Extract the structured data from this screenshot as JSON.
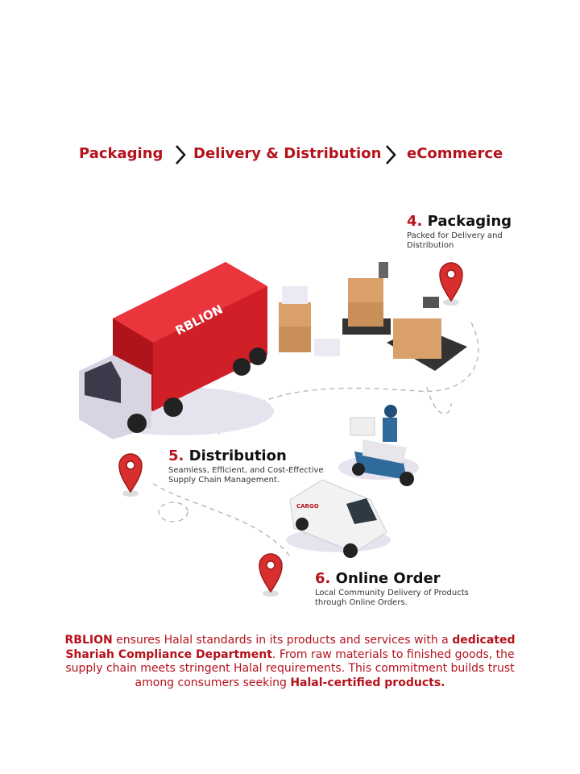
{
  "header": {
    "steps": [
      "Packaging",
      "Delivery & Distribution",
      "eCommerce"
    ]
  },
  "steps": [
    {
      "number": "4.",
      "title": "Packaging",
      "desc": "Packed for Delivery and Distribution"
    },
    {
      "number": "5.",
      "title": "Distribution",
      "desc": "Seamless, Efficient, and Cost-Effective Supply Chain Management."
    },
    {
      "number": "6.",
      "title": "Online Order",
      "desc": "Local Community Delivery of Products through Online Orders."
    }
  ],
  "illustration": {
    "truck_brand": "RBLION",
    "van_label": "CARGO"
  },
  "footer": {
    "brand": "RBLION",
    "p1": " ensures Halal standards in its products and services with a ",
    "b1": "dedicated Shariah Compliance Department",
    "p2": ". From raw materials to finished goods, the supply chain meets stringent Halal requirements. This commitment builds trust among consumers seeking ",
    "b2": "Halal-certified products."
  },
  "colors": {
    "accent": "#b5121b"
  }
}
